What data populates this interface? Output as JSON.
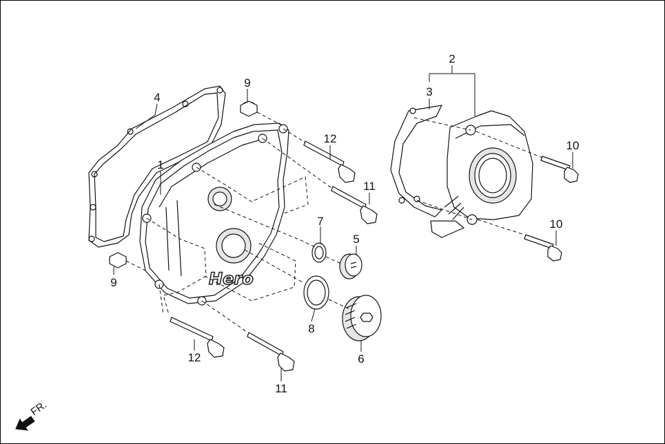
{
  "diagram": {
    "front_marker": "FR.",
    "brand_mark": "Hero",
    "callouts": [
      {
        "id": "c1",
        "text": "1"
      },
      {
        "id": "c2",
        "text": "2"
      },
      {
        "id": "c3",
        "text": "3"
      },
      {
        "id": "c4",
        "text": "4"
      },
      {
        "id": "c5",
        "text": "5"
      },
      {
        "id": "c6",
        "text": "6"
      },
      {
        "id": "c7",
        "text": "7"
      },
      {
        "id": "c8",
        "text": "8"
      },
      {
        "id": "c9a",
        "text": "9"
      },
      {
        "id": "c9b",
        "text": "9"
      },
      {
        "id": "c10a",
        "text": "10"
      },
      {
        "id": "c10b",
        "text": "10"
      },
      {
        "id": "c11a",
        "text": "11"
      },
      {
        "id": "c11b",
        "text": "11"
      },
      {
        "id": "c12a",
        "text": "12"
      },
      {
        "id": "c12b",
        "text": "12"
      }
    ]
  }
}
